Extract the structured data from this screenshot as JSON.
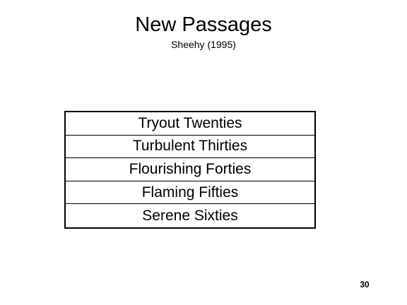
{
  "slide": {
    "title": "New Passages",
    "subtitle": "Sheehy (1995)",
    "page_number": "30"
  },
  "stages": [
    "Tryout Twenties",
    "Turbulent Thirties",
    "Flourishing Forties",
    "Flaming Fifties",
    "Serene Sixties"
  ]
}
